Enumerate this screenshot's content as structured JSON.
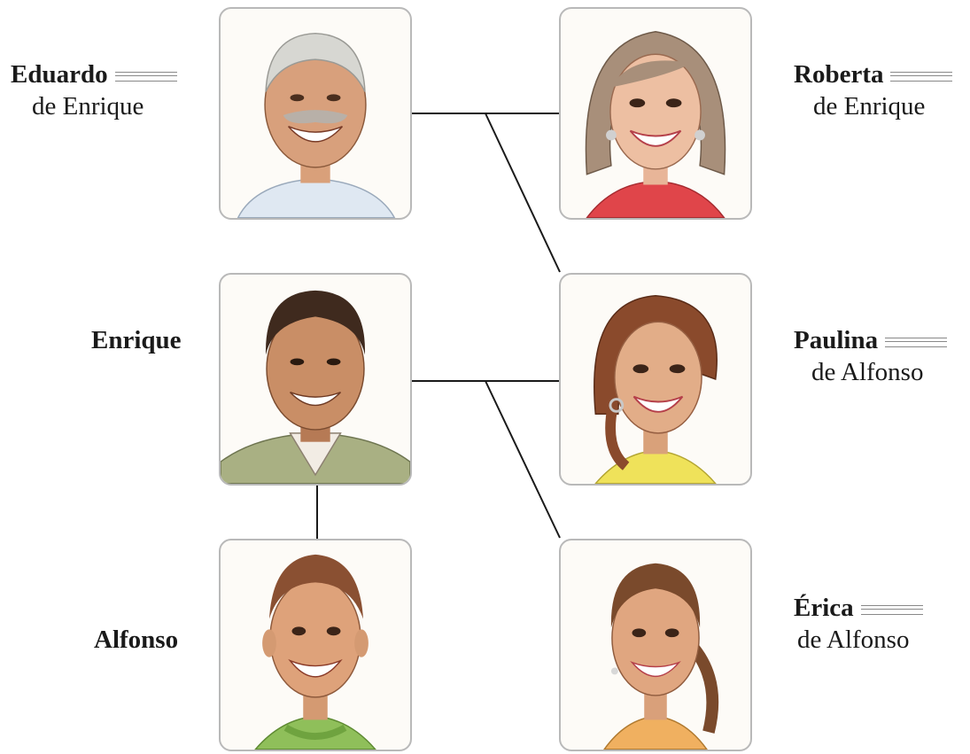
{
  "people": {
    "eduardo": {
      "name": "Eduardo",
      "relation": "de Enrique"
    },
    "roberta": {
      "name": "Roberta",
      "relation": "de Enrique"
    },
    "enrique": {
      "name": "Enrique"
    },
    "paulina": {
      "name": "Paulina",
      "relation": "de Alfonso"
    },
    "alfonso": {
      "name": "Alfonso"
    },
    "erica": {
      "name": "Érica",
      "relation": "de Alfonso"
    }
  },
  "colors": {
    "card_border": "#b9b9b9",
    "line": "#1a1a1a",
    "blank_lines": "#888888"
  }
}
